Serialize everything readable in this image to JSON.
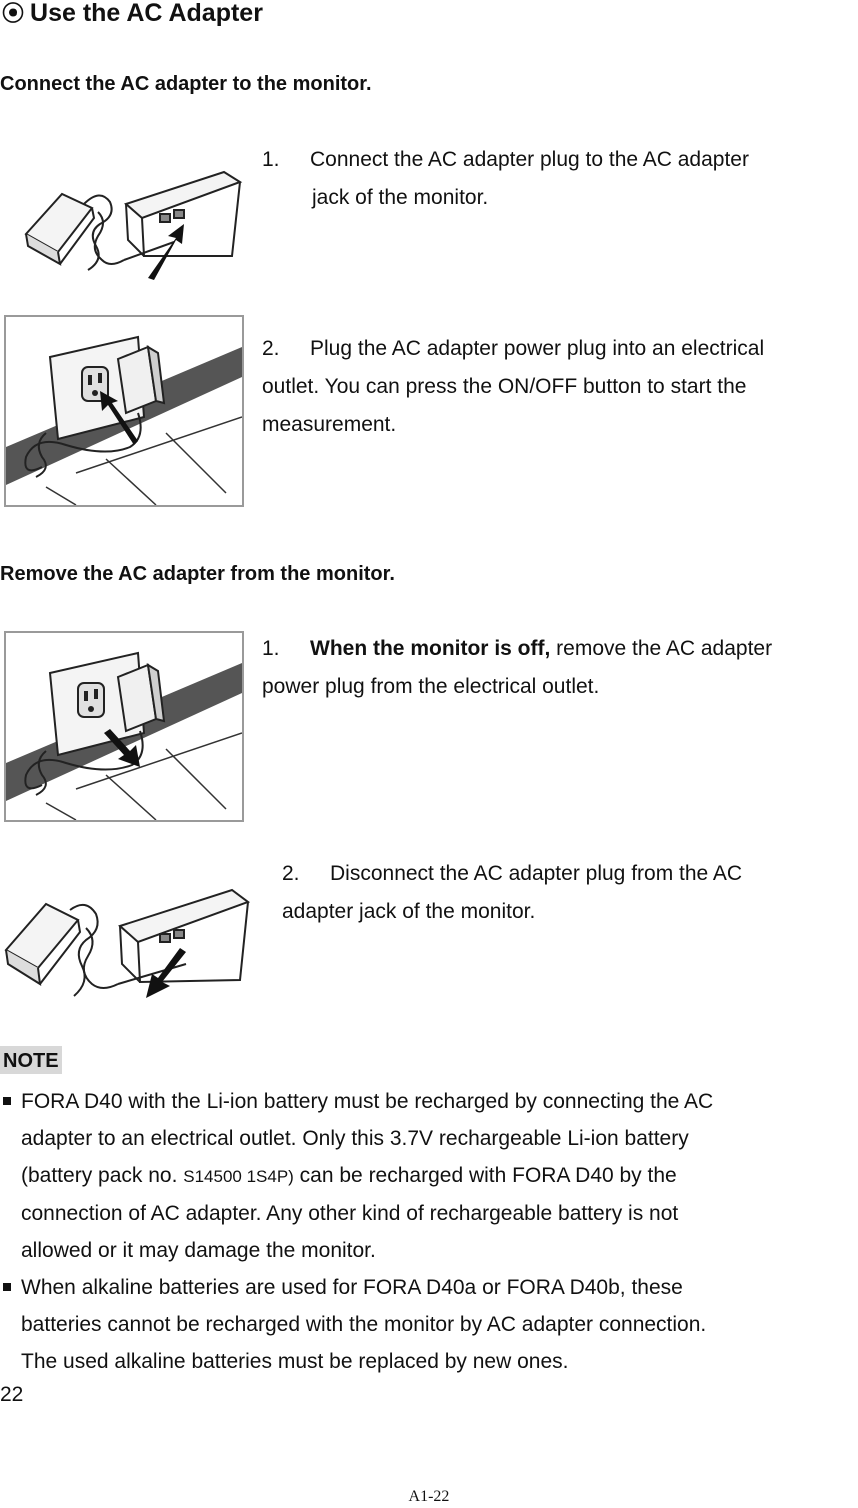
{
  "title": "Use the AC Adapter",
  "title_icon": "circled-dot-icon",
  "connect": {
    "heading": "Connect the AC adapter to the monitor.",
    "step1": {
      "num": "1.",
      "line1": "Connect the AC adapter plug to the AC adapter",
      "line2": "jack of the monitor."
    },
    "step2": {
      "num": "2.",
      "line1": "Plug the AC adapter power plug into an electrical",
      "line2": "outlet. You can press the ON/OFF button to start the",
      "line3": "measurement."
    }
  },
  "remove": {
    "heading": "Remove the AC adapter from the monitor.",
    "step1": {
      "num": "1.",
      "bold": "When the monitor is off,",
      "rest": " remove the AC adapter",
      "line2": "power plug from the electrical outlet."
    },
    "step2": {
      "num": "2.",
      "line1": "Disconnect the AC adapter plug from the AC",
      "line2": "adapter jack of the monitor."
    }
  },
  "note": {
    "label": "NOTE",
    "item1": {
      "line1": "FORA D40 with the Li-ion battery must be recharged by connecting the AC",
      "line2": "adapter to an electrical outlet. Only this 3.7V rechargeable Li-ion battery",
      "line3_pre": "(battery pack no. ",
      "line3_model": "S14500 1S4P)",
      "line3_post": " can be recharged with FORA D40 by the",
      "line4": "connection of AC adapter. Any other kind of rechargeable battery is not",
      "line5": "allowed or it may damage the monitor."
    },
    "item2": {
      "line1": "When alkaline batteries are used for FORA D40a or FORA D40b, these",
      "line2": "batteries cannot be recharged with the monitor by AC adapter connection.",
      "line3": "The used alkaline batteries must be replaced by new ones."
    }
  },
  "page_number": "22",
  "footer": "A1-22"
}
